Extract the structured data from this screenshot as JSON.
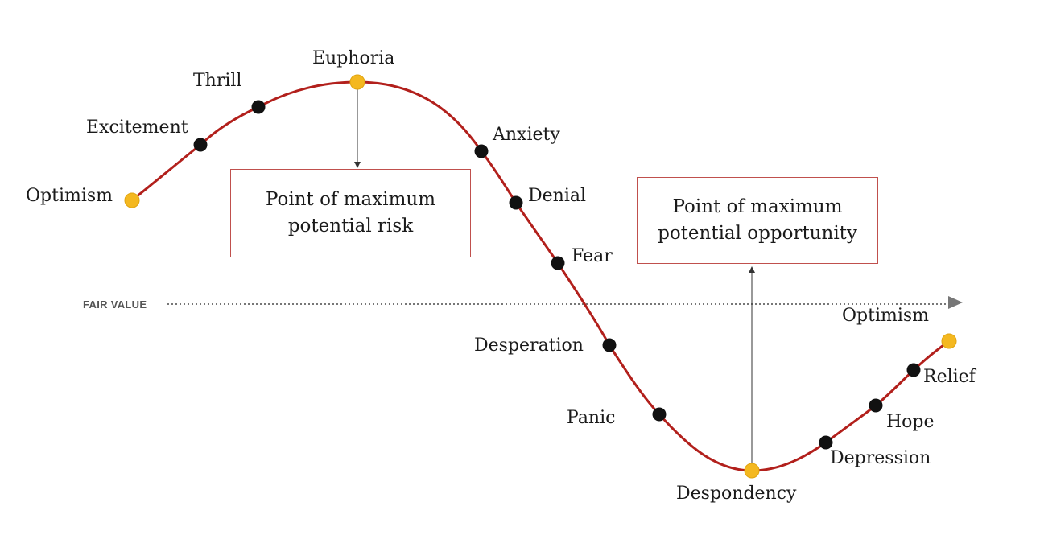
{
  "stages": [
    {
      "label": "Optimism",
      "marker": "yellow"
    },
    {
      "label": "Excitement",
      "marker": "black"
    },
    {
      "label": "Thrill",
      "marker": "black"
    },
    {
      "label": "Euphoria",
      "marker": "yellow"
    },
    {
      "label": "Anxiety",
      "marker": "black"
    },
    {
      "label": "Denial",
      "marker": "black"
    },
    {
      "label": "Fear",
      "marker": "black"
    },
    {
      "label": "Desperation",
      "marker": "black"
    },
    {
      "label": "Panic",
      "marker": "black"
    },
    {
      "label": "Despondency",
      "marker": "yellow"
    },
    {
      "label": "Depression",
      "marker": "black"
    },
    {
      "label": "Hope",
      "marker": "black"
    },
    {
      "label": "Relief",
      "marker": "black"
    },
    {
      "label": "Optimism",
      "marker": "yellow"
    }
  ],
  "boxes": {
    "risk": {
      "line1": "Point of maximum",
      "line2": "potential risk"
    },
    "opportunity": {
      "line1": "Point of maximum",
      "line2": "potential opportunity"
    }
  },
  "fair_value_label": "FAIR VALUE",
  "colors": {
    "curve": "#b2201c",
    "key_marker": "#f4b820",
    "marker": "#111111",
    "box_border": "#c0504d",
    "fair_value_line": "#777777"
  }
}
